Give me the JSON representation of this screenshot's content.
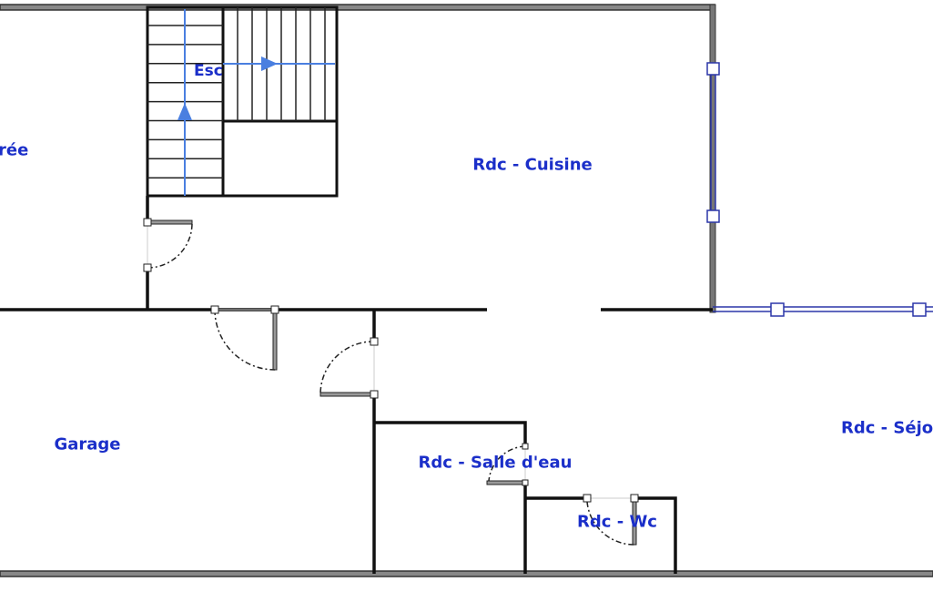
{
  "rooms": {
    "entree": "rée",
    "escalier": "Esc",
    "cuisine": "Rdc - Cuisine",
    "garage": "Garage",
    "salle_eau": "Rdc - Salle d'eau",
    "wc": "Rdc - Wc",
    "sejour": "Rdc - Séjo"
  },
  "colors": {
    "label": "#1b2fc9",
    "wall": "#111111",
    "window": "#2b36a8",
    "stair_arrow": "#4a7fe0"
  }
}
